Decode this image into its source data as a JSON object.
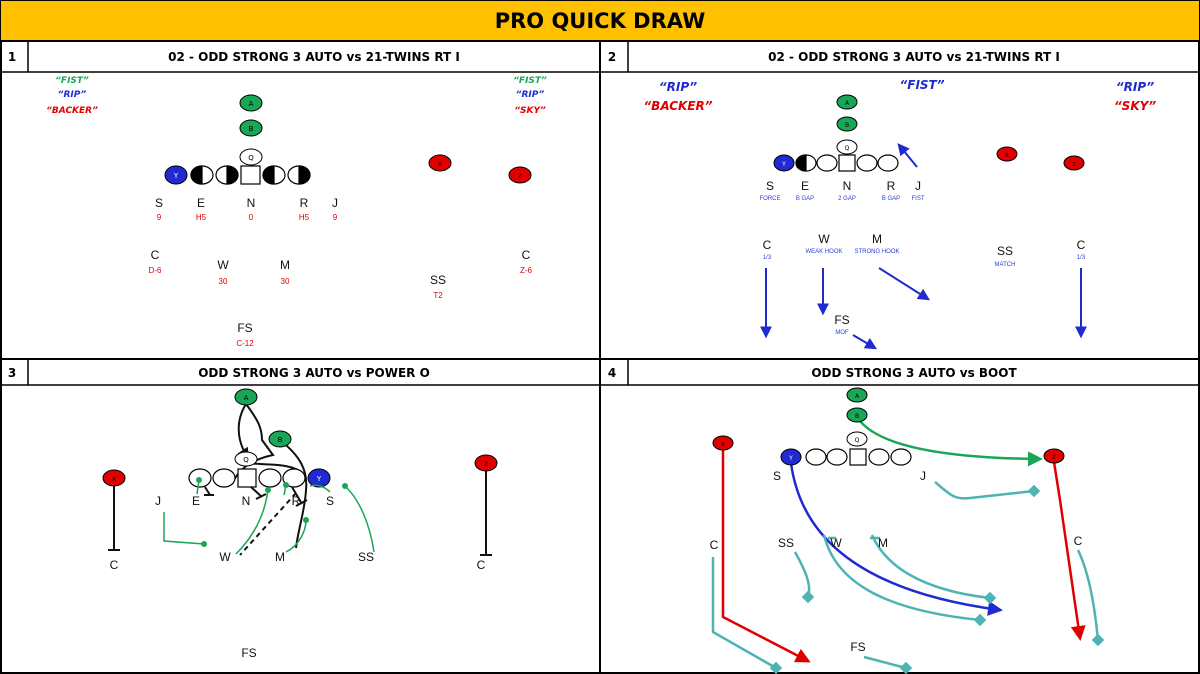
{
  "title": "PRO QUICK DRAW",
  "colors": {
    "banner": "#ffc000",
    "offense": "#1aa657",
    "defense_red": "#e00000",
    "blue": "#1f2ad0",
    "teal": "#4db3b3",
    "call_green": "#1aa657"
  },
  "panels": [
    {
      "number": "1",
      "title": "02 - ODD STRONG 3 AUTO vs 21-TWINS RT I",
      "calls_left": [
        "“FIST”",
        "“RIP”",
        "“BACKER”"
      ],
      "calls_right": [
        "“FIST”",
        "“RIP”",
        "“SKY”"
      ],
      "defenders": [
        {
          "pos": "S",
          "assign": "9"
        },
        {
          "pos": "E",
          "assign": "H5"
        },
        {
          "pos": "N",
          "assign": "0"
        },
        {
          "pos": "R",
          "assign": "H5"
        },
        {
          "pos": "J",
          "assign": "9"
        },
        {
          "pos": "C",
          "assign": "D-6"
        },
        {
          "pos": "W",
          "assign": "30"
        },
        {
          "pos": "M",
          "assign": "30"
        },
        {
          "pos": "C",
          "assign": "Z-6"
        },
        {
          "pos": "SS",
          "assign": "T2"
        },
        {
          "pos": "FS",
          "assign": "C-12"
        }
      ],
      "offense_labels": [
        "A",
        "B",
        "Q",
        "Y",
        "X",
        "Z"
      ]
    },
    {
      "number": "2",
      "title": "02 - ODD STRONG 3 AUTO vs 21-TWINS RT I",
      "calls": {
        "left_top": "“RIP”",
        "left_bottom": "“BACKER”",
        "center": "“FIST”",
        "right_top": "“RIP”",
        "right_bottom": "“SKY”"
      },
      "defenders": [
        {
          "pos": "S",
          "assign": "FORCE"
        },
        {
          "pos": "E",
          "assign": "B GAP"
        },
        {
          "pos": "N",
          "assign": "2 GAP"
        },
        {
          "pos": "R",
          "assign": "B GAP"
        },
        {
          "pos": "J",
          "assign": "FIST"
        },
        {
          "pos": "C",
          "assign": "1/3"
        },
        {
          "pos": "W",
          "assign": "WEAK HOOK"
        },
        {
          "pos": "M",
          "assign": "STRONG HOOK"
        },
        {
          "pos": "SS",
          "assign": "MATCH"
        },
        {
          "pos": "C",
          "assign": "1/3"
        },
        {
          "pos": "FS",
          "assign": "MOF"
        }
      ],
      "offense_labels": [
        "A",
        "B",
        "Q",
        "Y",
        "X",
        "Z"
      ]
    },
    {
      "number": "3",
      "title": "ODD STRONG 3 AUTO vs POWER O",
      "defenders": [
        "J",
        "E",
        "N",
        "R",
        "S",
        "W",
        "M",
        "SS",
        "C",
        "C",
        "FS"
      ],
      "offense_labels": [
        "A",
        "B",
        "Q",
        "Y",
        "X",
        "Z"
      ]
    },
    {
      "number": "4",
      "title": "ODD STRONG 3 AUTO vs BOOT",
      "defenders": [
        "S",
        "J",
        "C",
        "SS",
        "W",
        "M",
        "C",
        "FS"
      ],
      "offense_labels": [
        "A",
        "B",
        "Q",
        "Y",
        "X",
        "Z"
      ]
    }
  ]
}
